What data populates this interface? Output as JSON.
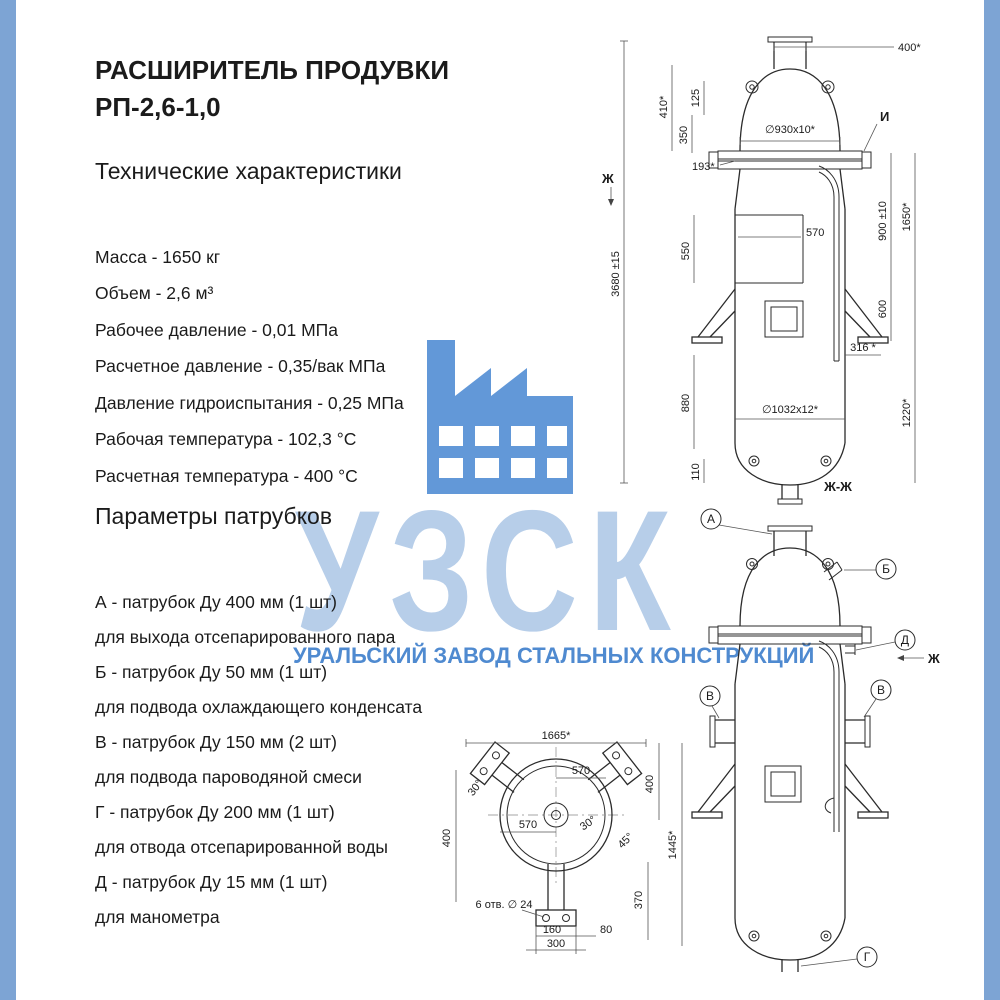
{
  "colors": {
    "border_blue": "#7da4d4",
    "watermark_logo": "#b7cee9",
    "watermark_tagline": "#4f8ad0",
    "factory_icon": "#6298d8",
    "drawing_stroke": "#2b2b2b"
  },
  "title": {
    "line1": "РАСШИРИТЕЛЬ ПРОДУВКИ",
    "line2": "РП-2,6-1,0"
  },
  "specs": {
    "heading": "Технические характеристики",
    "items": [
      "Масса - 1650 кг",
      "Объем - 2,6 м³",
      "Рабочее давление - 0,01 МПа",
      "Расчетное давление - 0,35/вак МПа",
      "Давление гидроиспытания - 0,25 МПа",
      "Рабочая температура - 102,3 °С",
      "Расчетная температура - 400 °С"
    ]
  },
  "nozzles": {
    "heading": "Параметры патрубков",
    "items": [
      {
        "label": "А - патрубок Ду 400 мм (1 шт)",
        "desc": "для выхода отсепарированного пара"
      },
      {
        "label": "Б - патрубок Ду 50 мм (1 шт)",
        "desc": "для подвода охлаждающего конденсата"
      },
      {
        "label": "В - патрубок Ду 150 мм (2 шт)",
        "desc": "для подвода пароводяной смеси"
      },
      {
        "label": "Г - патрубок Ду 200 мм (1 шт)",
        "desc": "для отвода отсепарированной воды"
      },
      {
        "label": "Д - патрубок Ду 15 мм (1 шт)",
        "desc": "для манометра"
      }
    ]
  },
  "watermark": {
    "logo": "УЗСК",
    "tagline": "УРАЛЬСКИЙ ЗАВОД СТАЛЬНЫХ КОНСТРУКЦИЙ"
  },
  "drawing1": {
    "dims": {
      "top400": "400*",
      "v410": "410*",
      "v125": "125",
      "v350": "350",
      "h193": "193*",
      "zh": "Ж",
      "i": "И",
      "flange_d": "∅930х10*",
      "v3680": "3680 ±15",
      "v550": "550",
      "h570": "570",
      "v900": "900 ±10",
      "v1650": "1650*",
      "v600": "600",
      "v880": "880",
      "h316": "316 *",
      "v1220": "1220*",
      "shell_d": "∅1032х12*",
      "v110": "110",
      "section": "Ж-Ж"
    }
  },
  "drawing2": {
    "callouts": {
      "a": "А",
      "b": "Б",
      "d": "Д",
      "v1": "В",
      "v2": "В",
      "g": "Г"
    },
    "section_arrow": "Ж"
  },
  "drawing3": {
    "dims": {
      "w1665": "1665*",
      "h570top": "570",
      "h570left": "570",
      "v400r": "400",
      "v400l": "400",
      "a30a": "30°",
      "a30b": "30°",
      "a45": "45°",
      "v1445": "1445*",
      "v370": "370",
      "holes": "6 отв. ∅ 24",
      "w160": "160",
      "w300": "300",
      "w80": "80"
    }
  }
}
